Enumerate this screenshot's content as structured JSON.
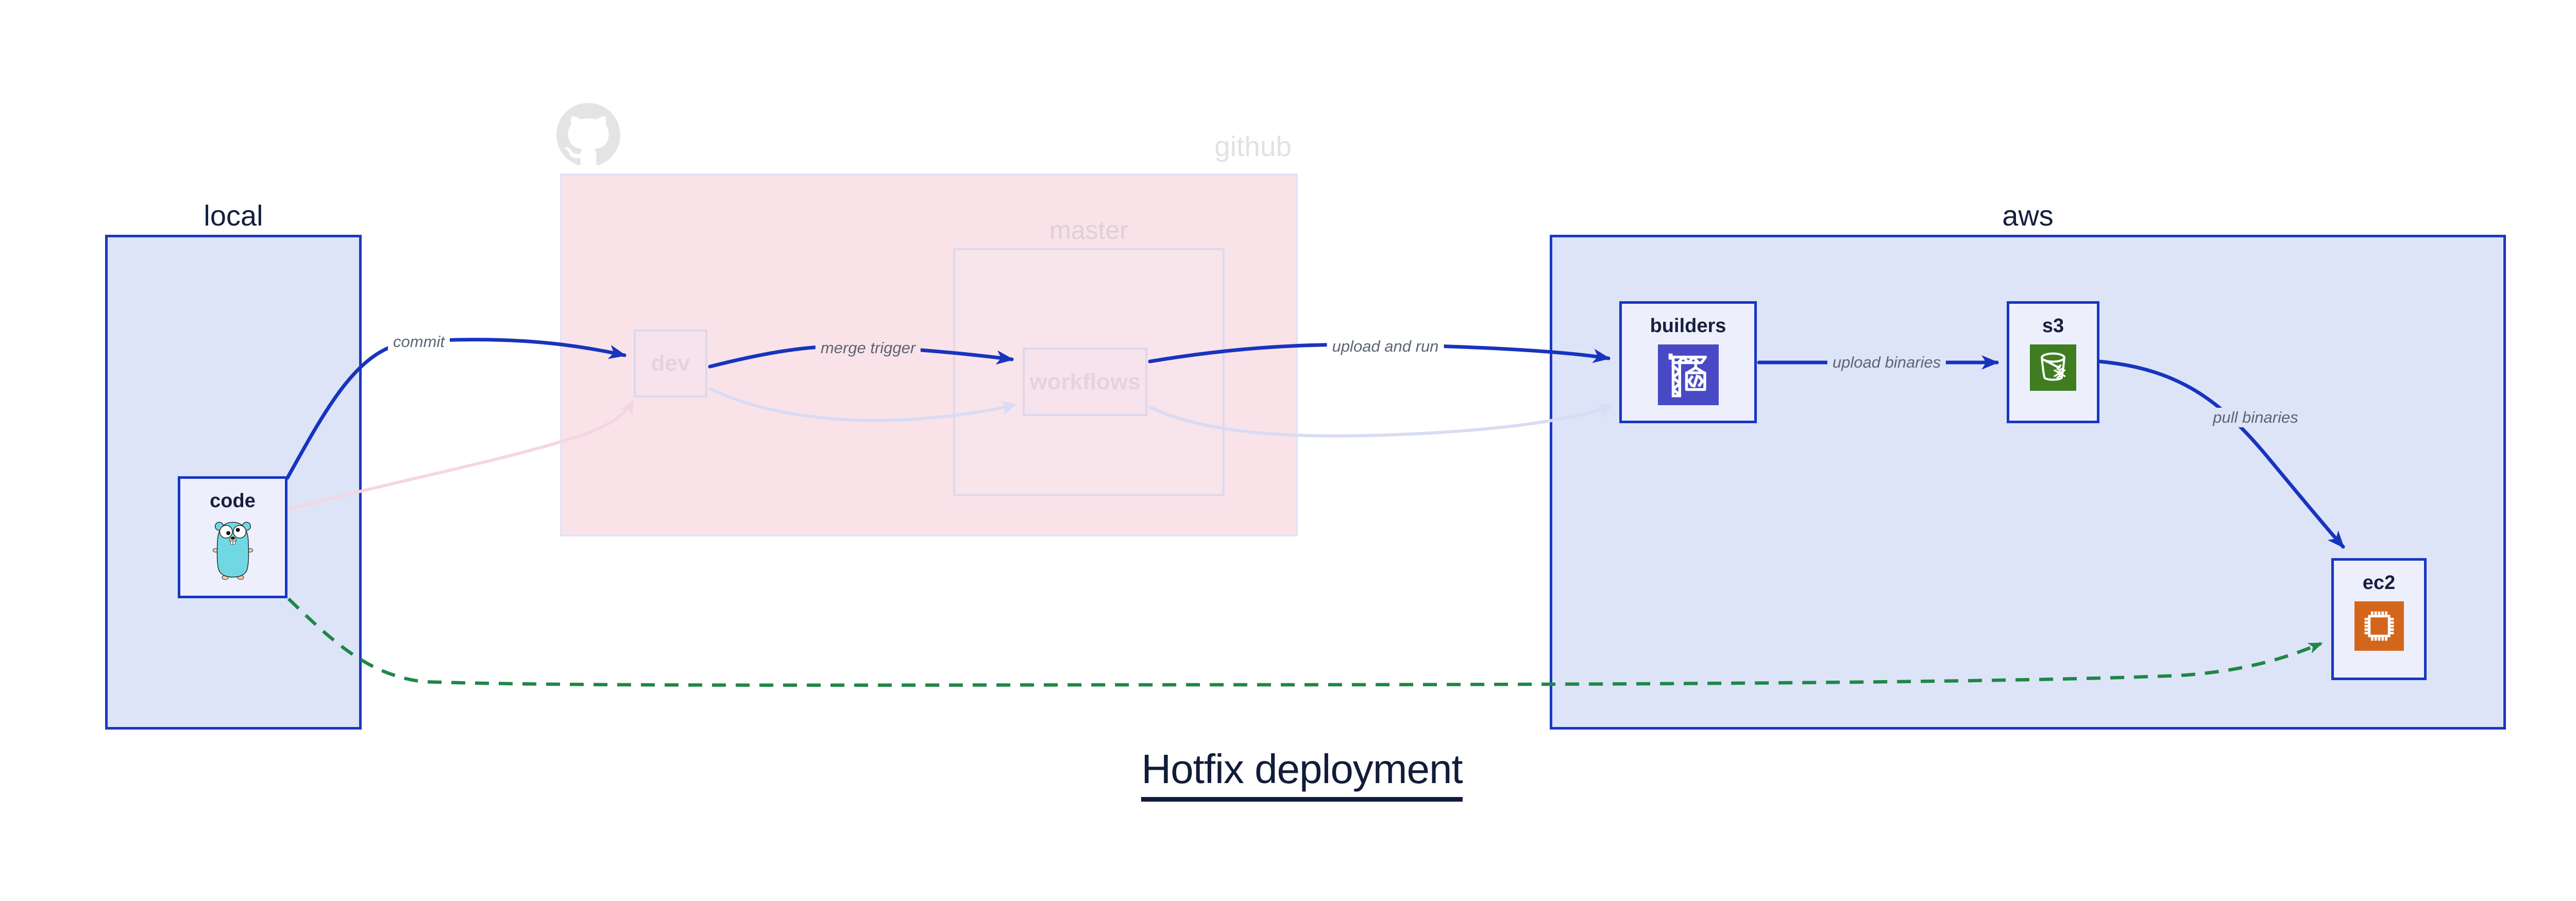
{
  "title": {
    "text": "Hotfix deployment"
  },
  "regions": {
    "local": {
      "label": "local"
    },
    "github": {
      "label": "github",
      "branch": {
        "label": "master"
      }
    },
    "aws": {
      "label": "aws"
    }
  },
  "nodes": {
    "code": {
      "label": "code",
      "icon": "go-gopher-icon"
    },
    "dev": {
      "label": "dev"
    },
    "workflows": {
      "label": "workflows"
    },
    "builders": {
      "label": "builders",
      "icon": "codebuild-crane-icon"
    },
    "s3": {
      "label": "s3",
      "icon": "s3-bucket-icon"
    },
    "ec2": {
      "label": "ec2",
      "icon": "ec2-chip-icon"
    }
  },
  "edges": {
    "commit": {
      "label": "commit",
      "style": "solid",
      "color": "#1734bf",
      "from": "code",
      "to": "dev"
    },
    "merge_trigger": {
      "label": "merge trigger",
      "style": "solid",
      "color": "#1734bf",
      "from": "dev",
      "to": "workflows"
    },
    "upload_and_run": {
      "label": "upload and run",
      "style": "solid",
      "color": "#1734bf",
      "from": "workflows",
      "to": "builders"
    },
    "upload_binaries": {
      "label": "upload binaries",
      "style": "solid",
      "color": "#1734bf",
      "from": "builders",
      "to": "s3"
    },
    "pull_binaries": {
      "label": "pull binaries",
      "style": "solid",
      "color": "#1734bf",
      "from": "s3",
      "to": "ec2"
    },
    "hotfix_direct": {
      "label": "",
      "style": "dashed",
      "color": "#1f8747",
      "from": "code",
      "to": "ec2"
    },
    "faded_commit": {
      "label": "",
      "style": "faded",
      "color": "#f4d6e2",
      "from": "code",
      "to": "dev"
    },
    "faded_merge": {
      "label": "",
      "style": "faded",
      "color": "#d8dcf4",
      "from": "dev",
      "to": "workflows"
    },
    "faded_upload": {
      "label": "",
      "style": "faded",
      "color": "#d8dcf4",
      "from": "workflows",
      "to": "builders"
    }
  },
  "colors": {
    "group_fill": "#dde4f8",
    "group_border": "#1b38c2",
    "node_fill": "#edf0fc",
    "github_fill": "#f9e3e9",
    "faded_border": "#dcd8ec",
    "arrow_blue": "#1734bf",
    "arrow_green": "#1f8747",
    "edge_label_text": "#5d6573",
    "title_text": "#111c39",
    "codebuild_icon_bg": "#4949c6",
    "s3_icon_bg": "#3f7d20",
    "ec2_icon_bg": "#d4661b",
    "gopher_body": "#6fd8e2"
  }
}
